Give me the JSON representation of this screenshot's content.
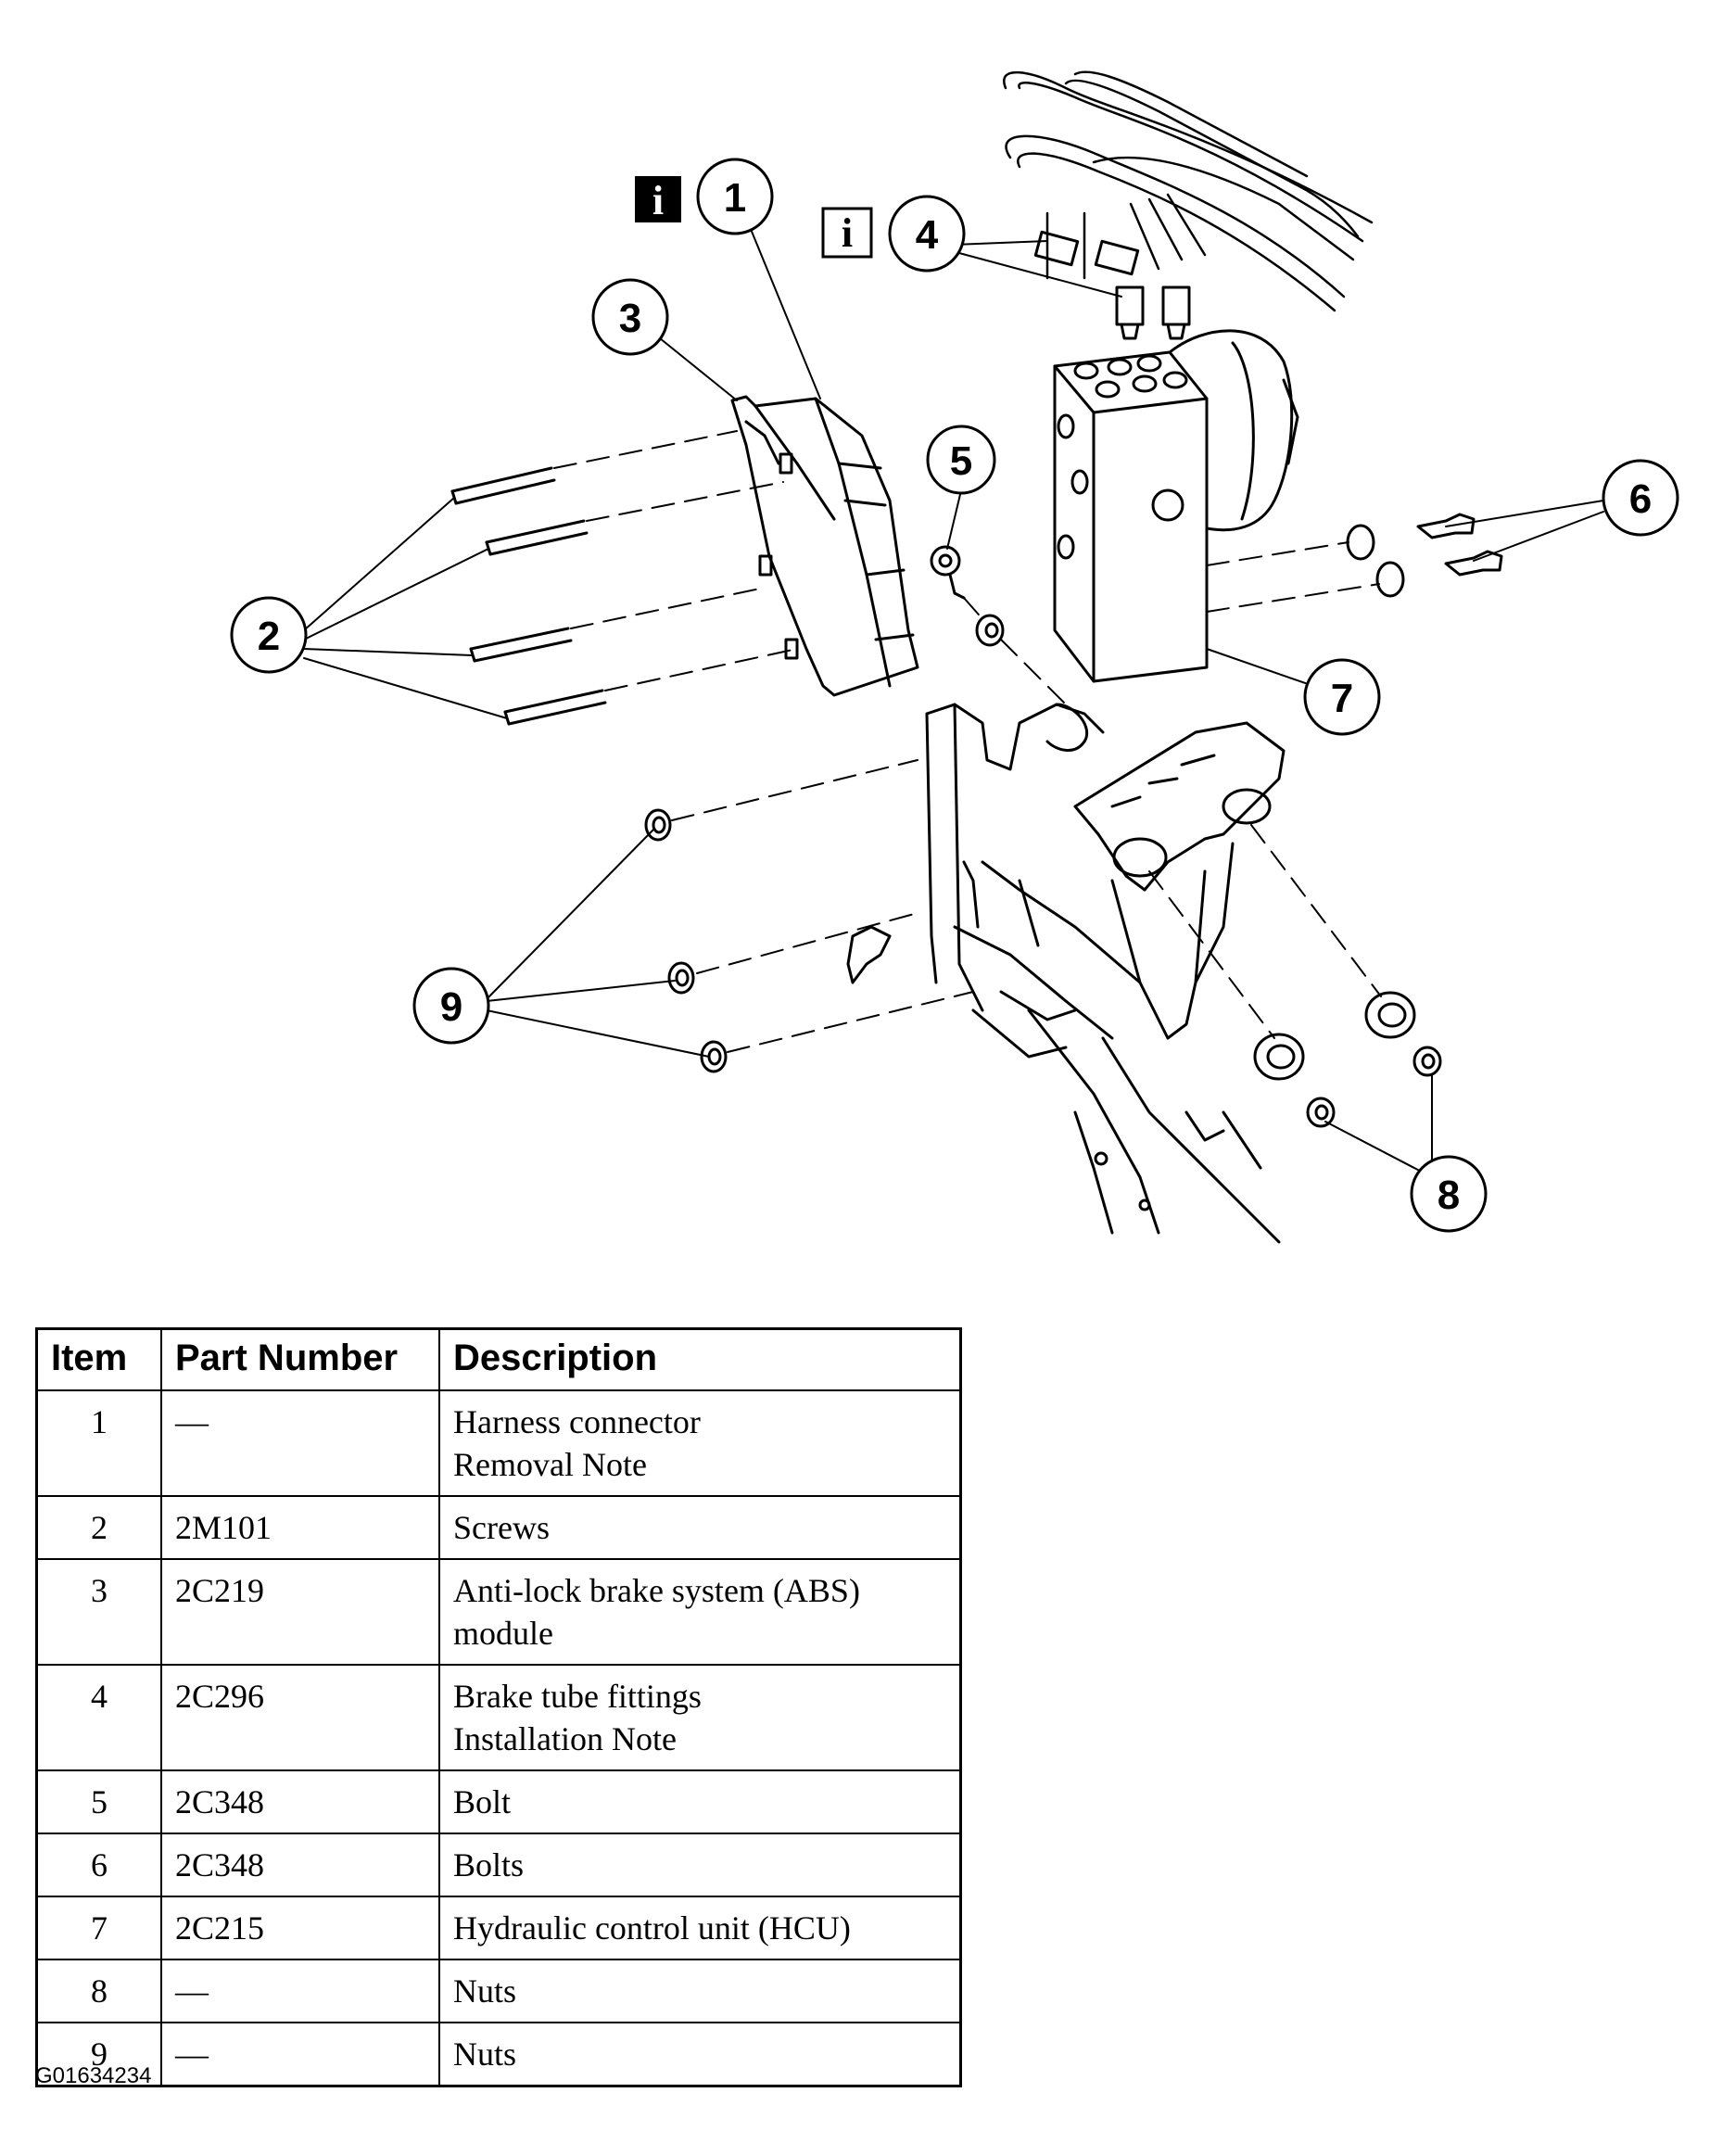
{
  "callouts": [
    {
      "number": "1",
      "note": "dark"
    },
    {
      "number": "2"
    },
    {
      "number": "3"
    },
    {
      "number": "4",
      "note": "light"
    },
    {
      "number": "5"
    },
    {
      "number": "6"
    },
    {
      "number": "7"
    },
    {
      "number": "8"
    },
    {
      "number": "9"
    }
  ],
  "info_icon_glyph": "i",
  "table": {
    "headers": {
      "item": "Item",
      "part_number": "Part Number",
      "description": "Description"
    },
    "rows": [
      {
        "item": "1",
        "part_number": "—",
        "description": "Harness connector",
        "description_2": "Removal Note"
      },
      {
        "item": "2",
        "part_number": "2M101",
        "description": "Screws"
      },
      {
        "item": "3",
        "part_number": "2C219",
        "description": "Anti-lock brake system (ABS)",
        "description_2": "module"
      },
      {
        "item": "4",
        "part_number": "2C296",
        "description": "Brake tube fittings",
        "description_2": "Installation Note"
      },
      {
        "item": "5",
        "part_number": "2C348",
        "description": "Bolt"
      },
      {
        "item": "6",
        "part_number": "2C348",
        "description": "Bolts"
      },
      {
        "item": "7",
        "part_number": "2C215",
        "description": "Hydraulic control unit (HCU)"
      },
      {
        "item": "8",
        "part_number": "—",
        "description": "Nuts"
      },
      {
        "item": "9",
        "part_number": "—",
        "description": "Nuts"
      }
    ]
  },
  "figure_id": "G01634234"
}
